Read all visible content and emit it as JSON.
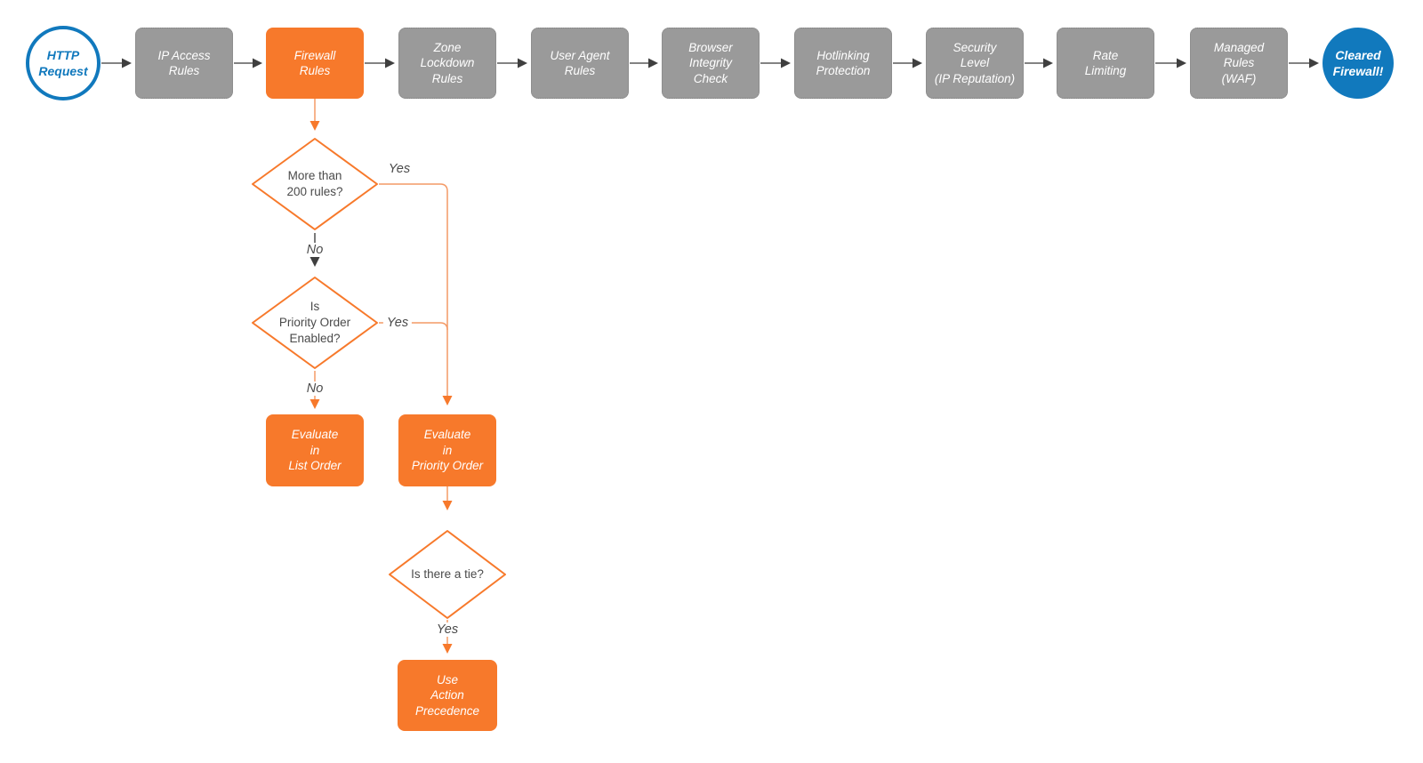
{
  "colors": {
    "orange": "#F7792B",
    "orange_line": "#F49A66",
    "gray_node": "#9A9A9A",
    "line_gray": "#5A5A5A",
    "arrow_gray": "#3F3F3F",
    "blue": "#1179BD",
    "text_dark": "#4A4A4A"
  },
  "pipeline": {
    "start_label": "HTTP\nRequest",
    "steps": [
      {
        "label": "IP Access\nRules"
      },
      {
        "label": "Firewall\nRules"
      },
      {
        "label": "Zone\nLockdown\nRules"
      },
      {
        "label": "User Agent\nRules"
      },
      {
        "label": "Browser\nIntegrity\nCheck"
      },
      {
        "label": "Hotlinking\nProtection"
      },
      {
        "label": "Security\nLevel\n(IP Reputation)"
      },
      {
        "label": "Rate\nLimiting"
      },
      {
        "label": "Managed\nRules\n(WAF)"
      }
    ],
    "end_label": "Cleared\nFirewall!"
  },
  "flow": {
    "decisions": [
      {
        "label": "More than\n200 rules?"
      },
      {
        "label": "Is\nPriority Order\nEnabled?"
      },
      {
        "label": "Is there a tie?"
      }
    ],
    "actions": [
      {
        "label": "Evaluate\nin\nList Order"
      },
      {
        "label": "Evaluate\nin\nPriority Order"
      },
      {
        "label": "Use\nAction\nPrecedence"
      }
    ],
    "labels": {
      "d1_yes": "Yes",
      "d1_no": "No",
      "d2_yes": "Yes",
      "d2_no": "No",
      "d3_yes": "Yes"
    }
  }
}
